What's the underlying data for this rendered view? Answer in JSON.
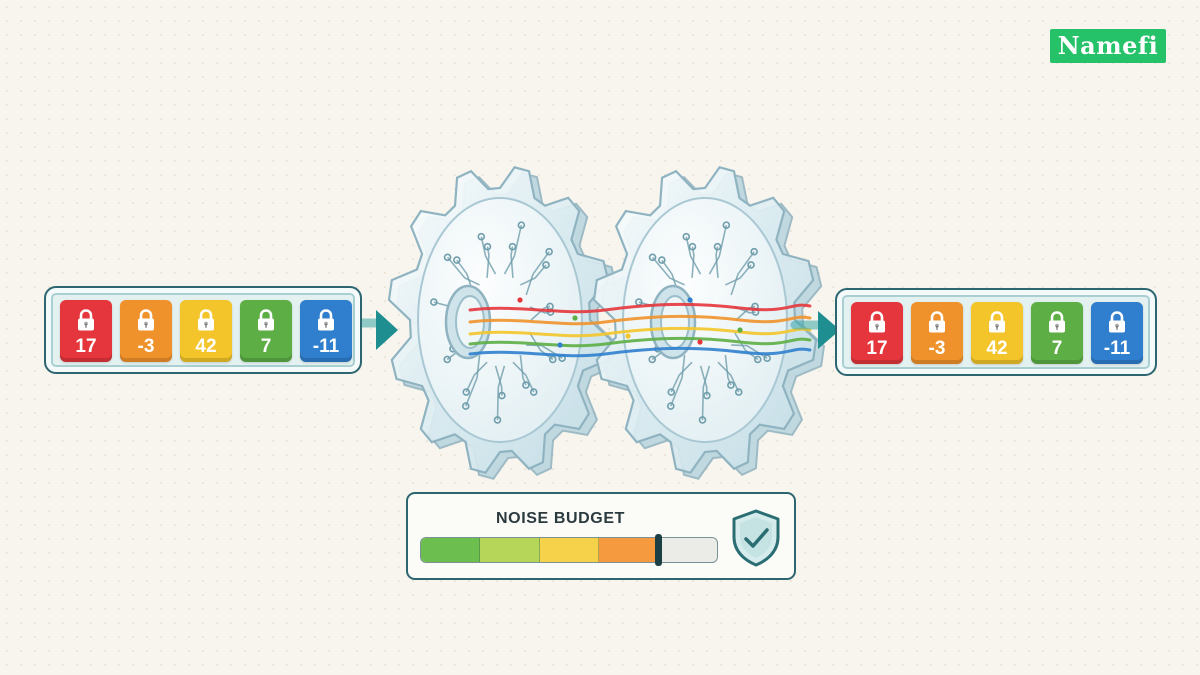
{
  "brand": {
    "logo_text": "Namefi",
    "color": "#25c26a"
  },
  "input_array": {
    "cells": [
      {
        "value": "17",
        "color": "#e4363c",
        "icon": "lock-icon"
      },
      {
        "value": "-3",
        "color": "#f0922b",
        "icon": "lock-icon"
      },
      {
        "value": "42",
        "color": "#f3c52a",
        "icon": "lock-icon"
      },
      {
        "value": "7",
        "color": "#5dae45",
        "icon": "lock-icon"
      },
      {
        "value": "-11",
        "color": "#2f7fce",
        "icon": "lock-icon"
      }
    ]
  },
  "output_array": {
    "cells": [
      {
        "value": "17",
        "color": "#e4363c",
        "icon": "lock-icon"
      },
      {
        "value": "-3",
        "color": "#f0922b",
        "icon": "lock-icon"
      },
      {
        "value": "42",
        "color": "#f3c52a",
        "icon": "lock-icon"
      },
      {
        "value": "7",
        "color": "#5dae45",
        "icon": "lock-icon"
      },
      {
        "value": "-11",
        "color": "#2f7fce",
        "icon": "lock-icon"
      }
    ]
  },
  "gears": {
    "count": 2,
    "icon": "circuit-gear-icon",
    "stream_colors": [
      "#e4363c",
      "#f0922b",
      "#f3c52a",
      "#5dae45",
      "#2f7fce"
    ]
  },
  "noise_budget": {
    "title": "NOISE BUDGET",
    "used_fraction": 0.8,
    "segment_colors": [
      "#6cbf4e",
      "#b5d659",
      "#f6d24a",
      "#f59a3e"
    ],
    "status_icon": "shield-check-icon"
  },
  "colors": {
    "accent": "#2aa3a3",
    "outline": "#2d6670",
    "background": "#f8f5ee"
  }
}
